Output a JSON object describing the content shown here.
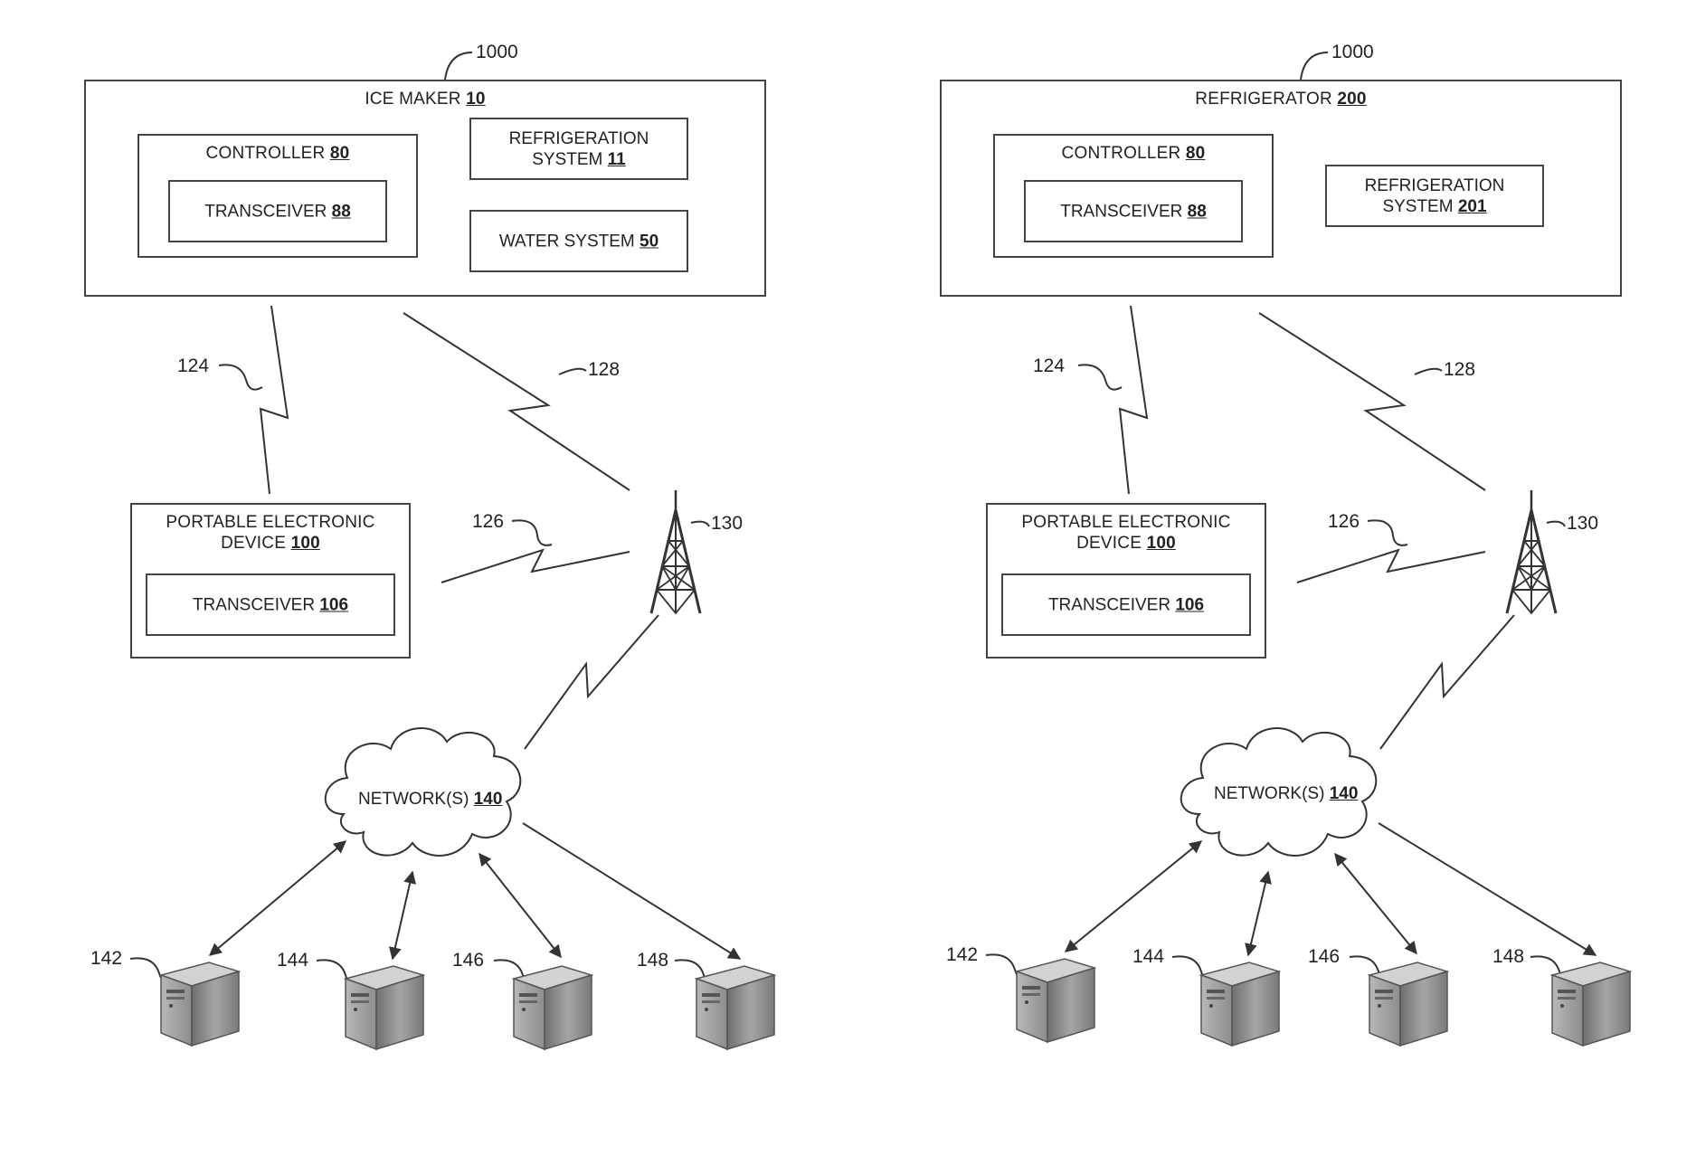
{
  "panels": [
    {
      "system_ref": "1000",
      "appliance": {
        "name": "ICE MAKER",
        "ref": "10"
      },
      "controller": {
        "name": "CONTROLLER",
        "ref": "80"
      },
      "transceiver": {
        "name": "TRANSCEIVER",
        "ref": "88"
      },
      "refrigeration": {
        "line1": "REFRIGERATION",
        "line2": "SYSTEM",
        "ref": "11"
      },
      "water": {
        "name": "WATER SYSTEM",
        "ref": "50"
      },
      "portable": {
        "line1": "PORTABLE ELECTRONIC",
        "line2": "DEVICE",
        "ref": "100"
      },
      "portable_transceiver": {
        "name": "TRANSCEIVER",
        "ref": "106"
      },
      "network": {
        "name": "NETWORK(S)",
        "ref": "140"
      },
      "links": {
        "l124": "124",
        "l126": "126",
        "l128": "128",
        "tower": "130"
      },
      "servers": [
        "142",
        "144",
        "146",
        "148"
      ]
    },
    {
      "system_ref": "1000",
      "appliance": {
        "name": "REFRIGERATOR",
        "ref": "200"
      },
      "controller": {
        "name": "CONTROLLER",
        "ref": "80"
      },
      "transceiver": {
        "name": "TRANSCEIVER",
        "ref": "88"
      },
      "refrigeration": {
        "line1": "REFRIGERATION",
        "line2": "SYSTEM",
        "ref": "201"
      },
      "portable": {
        "line1": "PORTABLE ELECTRONIC",
        "line2": "DEVICE",
        "ref": "100"
      },
      "portable_transceiver": {
        "name": "TRANSCEIVER",
        "ref": "106"
      },
      "network": {
        "name": "NETWORK(S)",
        "ref": "140"
      },
      "links": {
        "l124": "124",
        "l126": "126",
        "l128": "128",
        "tower": "130"
      },
      "servers": [
        "142",
        "144",
        "146",
        "148"
      ]
    }
  ],
  "colors": {
    "line": "#333333",
    "box_border": "#444444",
    "server_body": "#8a8a8a"
  }
}
